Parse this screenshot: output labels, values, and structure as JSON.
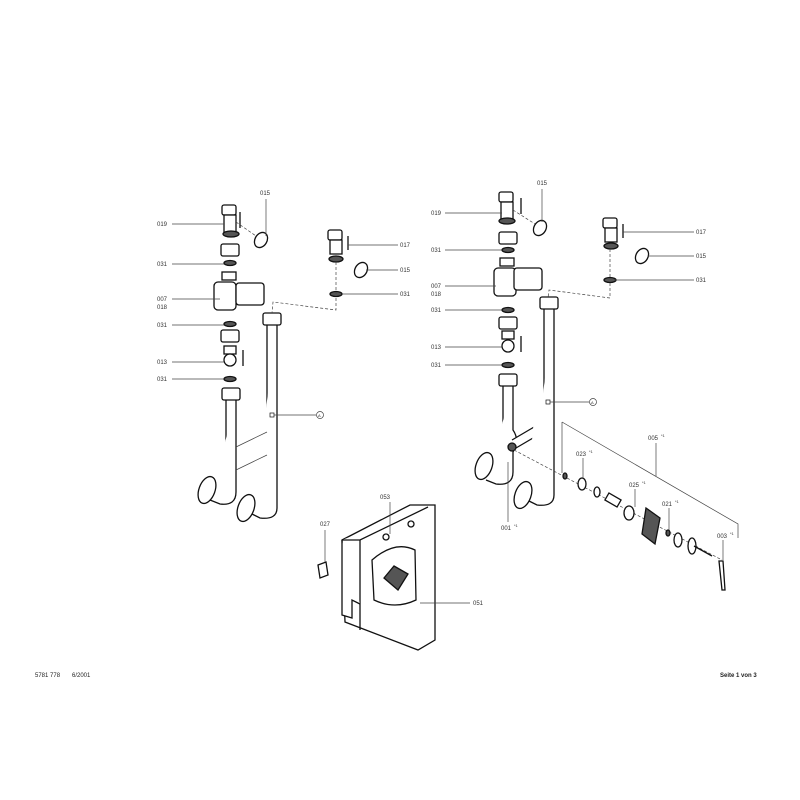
{
  "left_assembly": {
    "labels": {
      "p015_top": "015",
      "p019": "019",
      "p031_a": "031",
      "p007": "007",
      "p018": "018",
      "p031_b": "031",
      "p013": "013",
      "p031_c": "031",
      "p017": "017",
      "p015_side": "015",
      "p031_side": "031",
      "ref_a": "A"
    }
  },
  "right_assembly": {
    "labels": {
      "p015_top": "015",
      "p019": "019",
      "p031_a": "031",
      "p007": "007",
      "p018": "018",
      "p031_b": "031",
      "p013": "013",
      "p031_c": "031",
      "p017": "017",
      "p015_side": "015",
      "p031_side": "031",
      "ref_a": "A",
      "p005": "005",
      "p023": "023",
      "p025": "025",
      "p021": "021",
      "p003": "003",
      "p001": "001",
      "footnote_mark": "*1"
    }
  },
  "casing": {
    "p053": "053",
    "p027": "027",
    "p051": "051"
  },
  "footer": {
    "doc_number": "5781 778",
    "date": "6/2001",
    "page": "Seite 1 von 3"
  }
}
